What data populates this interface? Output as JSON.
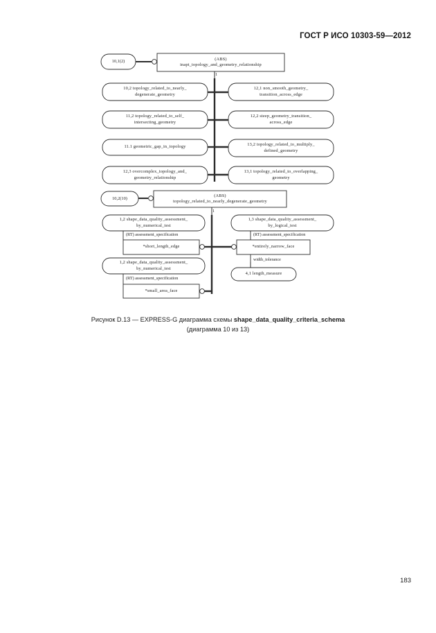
{
  "header": {
    "standard_ref": "ГОСТ Р ИСО 10303-59—2012"
  },
  "footer": {
    "page_number": "183"
  },
  "caption": {
    "prefix": "Рисунок D.13 — EXPRESS-G диаграмма схемы ",
    "schema_name": "shape_data_quality_criteria_schema",
    "line2": "(диаграмма 10 из 13)"
  },
  "diagram": {
    "type": "EXPRESS-G",
    "section1": {
      "page_ref": "10,1(2)",
      "root": {
        "abs_marker": "(ABS)",
        "name": "inapt_topology_and_geometry_relationship"
      },
      "cardinality": "1",
      "left_nodes": [
        {
          "line1": "10,2  topology_related_to_nearly_",
          "line2": "degenerate_geometry"
        },
        {
          "line1": "11,2  topology_related_to_self_",
          "line2": "intersecting_geometry"
        },
        {
          "line1": "11.1  geometric_gap_in_topology",
          "line2": ""
        },
        {
          "line1": "12,3  overcomplex_topology_and_",
          "line2": "geometry_relationship"
        }
      ],
      "right_nodes": [
        {
          "line1": "12,1  non_smooth_geometry_",
          "line2": "transition_across_edge"
        },
        {
          "line1": "12,2  steep_geometry_transition_",
          "line2": "across_edge"
        },
        {
          "line1": "13,2  topology_related_to_multiply_",
          "line2": "defined_geometry"
        },
        {
          "line1": "13,1  topology_related_to_overlapping_",
          "line2": "geometry"
        }
      ]
    },
    "section2": {
      "page_ref": "10,2(10)",
      "root": {
        "abs_marker": "(ABS)",
        "name": "topology_related_to_nearly_degenerate_geometry"
      },
      "cardinality": "1",
      "left_branch": {
        "supertype_a": {
          "line1": "1,2  shape_data_quality_assessment_",
          "line2": "by_numerical_test"
        },
        "attr_a_label": "(RT) assessment_specification",
        "entity_a": "*short_length_edge",
        "supertype_b": {
          "line1": "1,2  shape_data_quality_assessment_",
          "line2": "by_numerical_test"
        },
        "attr_b_label": "(RT) assessment_specification",
        "entity_b": "*small_area_face"
      },
      "right_branch": {
        "supertype": {
          "line1": "1,3  shape_data_quality_assessment_",
          "line2": "by_logical_test"
        },
        "attr_label": "(RT) assessment_specification",
        "entity": "*entirely_narrow_face",
        "attr2_label": "width_tolerance",
        "type_node": "4,1  length_measure"
      }
    }
  },
  "colors": {
    "ink": "#1a1a1a",
    "line": "#2b2b2b",
    "background": "#ffffff"
  }
}
